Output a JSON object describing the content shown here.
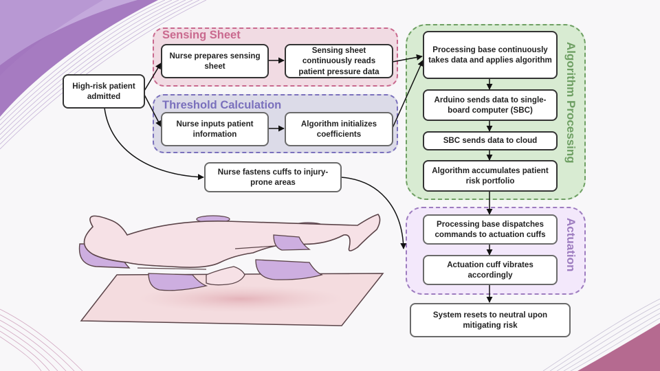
{
  "colors": {
    "sensing": "#c9698e",
    "sensing_fill": "#f1dbe3",
    "threshold": "#7a70bc",
    "threshold_fill": "#dcdbe8",
    "algorithm": "#6e9f63",
    "algorithm_fill": "#d8ebd2",
    "actuation": "#9d7cbf",
    "actuation_fill": "#f3e8fb",
    "background_accent_left": "#b79ad2",
    "background_accent_right": "#b56a90"
  },
  "groups": {
    "sensing": {
      "title": "Sensing Sheet"
    },
    "threshold": {
      "title": "Threshold Calculation"
    },
    "algorithm": {
      "title": "Algorithm Processing"
    },
    "actuation": {
      "title": "Actuation"
    }
  },
  "nodes": {
    "admitted": "High-risk patient admitted",
    "prepare_sheet": "Nurse prepares sensing sheet",
    "sheet_reads": "Sensing sheet continuously reads patient pressure data",
    "inputs_info": "Nurse inputs patient information",
    "init_coeff": "Algorithm initializes coefficients",
    "fasten_cuffs": "Nurse fastens cuffs to injury-prone areas",
    "processing_base": "Processing base continuously takes data and applies algorithm",
    "arduino_sbc": "Arduino sends data to single-board computer (SBC)",
    "sbc_cloud": "SBC sends data to cloud",
    "risk_portfolio": "Algorithm accumulates patient risk portfolio",
    "dispatch": "Processing base dispatches commands to actuation cuffs",
    "vibrate": "Actuation cuff vibrates accordingly",
    "reset": "System resets to neutral upon mitigating risk"
  },
  "illustration": {
    "subject": "patient lying on sensing sheet with actuation cuffs"
  }
}
